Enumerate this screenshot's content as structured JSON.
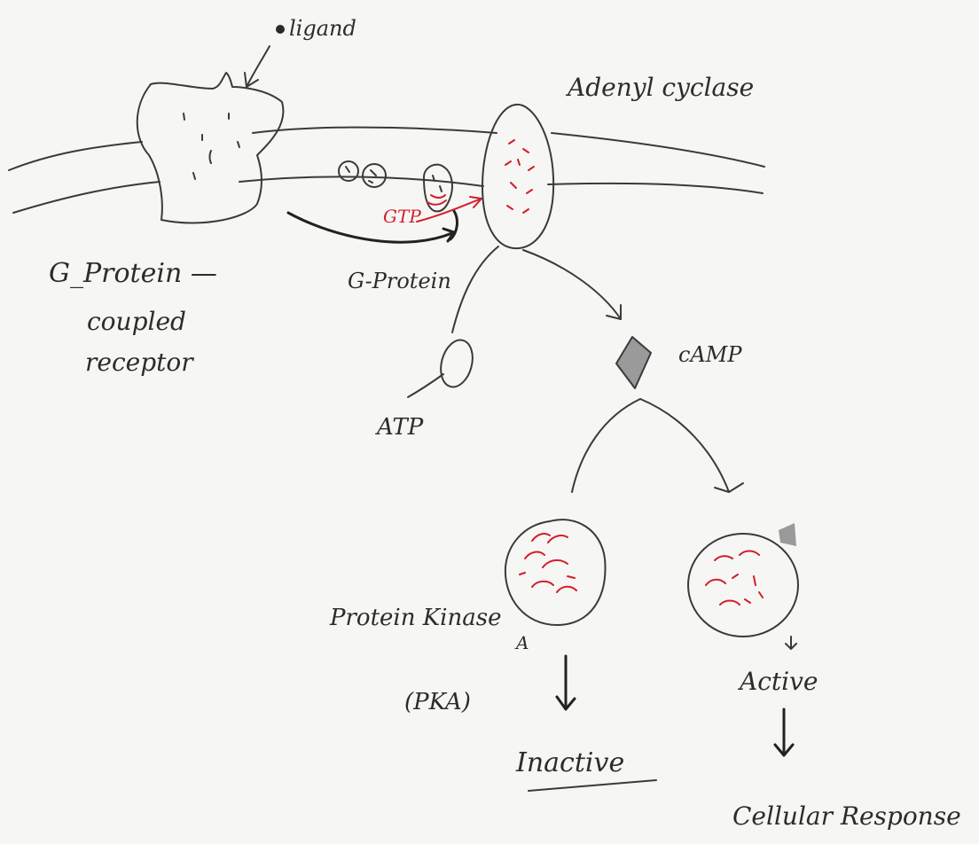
{
  "labels": {
    "ligand": "ligand",
    "adenyl_cyclase": "Adenyl cyclase",
    "gpcr_line1": "G_Protein —",
    "gpcr_line2": "coupled",
    "gpcr_line3": "receptor",
    "g_protein": "G-Protein",
    "gtp": "GTP",
    "atp": "ATP",
    "camp": "cAMP",
    "pka_name": "Protein Kinase",
    "pka_letter": "A",
    "pka_abbr": "(PKA)",
    "inactive": "Inactive",
    "active": "Active",
    "cellular_response": "Cellular Response"
  },
  "colors": {
    "ink": "#2c2c2c",
    "red_ink": "#d21e2a",
    "paper": "#f6f6f4"
  }
}
